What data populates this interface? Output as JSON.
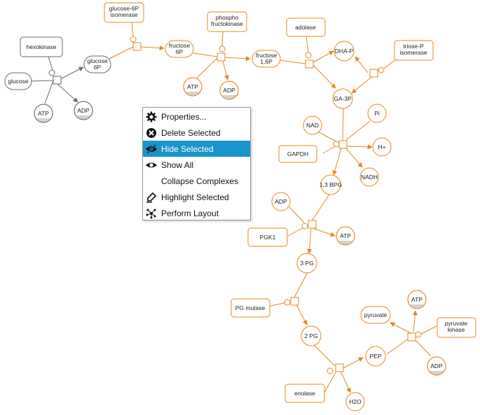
{
  "diagram": {
    "nodes": {
      "glucose": "glucose",
      "hexokinase": "hexokinase",
      "atp_1": "ATP",
      "adp_1": "ADP",
      "glucose_6p": "glucose\n6P",
      "glucose_6p_isomerase": "glucose-6P\nisomerase",
      "fructose_6p": "fructose\n6P",
      "phosphofructokinase": "phospho\nfructokinase",
      "atp_2": "ATP",
      "adp_2": "ADP",
      "fructose_16p": "fructose\n1,6P",
      "adolase": "adolase",
      "dha_p": "DHA-P",
      "triose_p_isomerase": "triose-P\nisomerase",
      "ga_3p": "GA-3P",
      "nad": "NAD",
      "pi": "Pi",
      "gapdh": "GAPDH",
      "h_plus": "H+",
      "nadh": "NADH",
      "bpg_13": "1,3 BPG",
      "adp_3": "ADP",
      "pgk1": "PGK1",
      "atp_3": "ATP",
      "pg_3": "3 PG",
      "pg_mutase": "PG mutase",
      "pg_2": "2 PG",
      "enolase": "enolase",
      "h2o": "H2O",
      "pep": "PEP",
      "pyruvate": "pyruvate",
      "atp_4": "ATP",
      "pyruvate_kinase": "pyruvate\nkinase",
      "adp_4": "ADP"
    }
  },
  "context_menu": {
    "items": [
      {
        "label": "Properties...",
        "icon": "gear-icon"
      },
      {
        "label": "Delete Selected",
        "icon": "delete-icon"
      },
      {
        "label": "Hide Selected",
        "icon": "eye-slash-icon",
        "active": true
      },
      {
        "label": "Show All",
        "icon": "eye-icon"
      },
      {
        "label": "Collapse Complexes",
        "icon": ""
      },
      {
        "label": "Highlight Selected",
        "icon": "highlighter-icon"
      },
      {
        "label": "Perform Layout",
        "icon": "layout-icon"
      }
    ]
  },
  "colors": {
    "orange": "#e8871e",
    "gray": "#6b6b6b",
    "highlight": "#1a95c9"
  }
}
